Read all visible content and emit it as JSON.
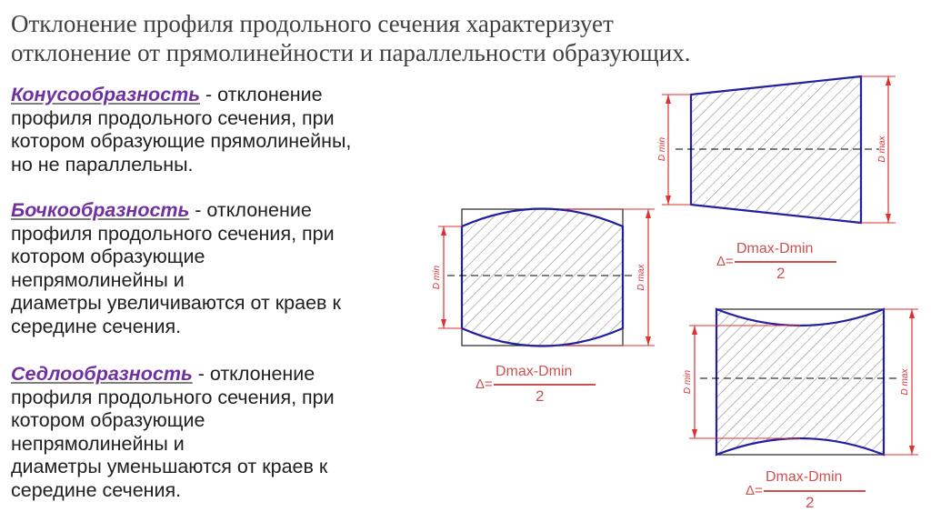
{
  "title": {
    "line1": "Отклонение профиля продольного сечения характеризует",
    "line2": "отклонение от прямолинейности и параллельности образующих."
  },
  "definitions": [
    {
      "term": "Конусообразность",
      "lines": [
        " - отклонение",
        "профиля продольного сечения, при",
        "котором образующие прямолинейны,",
        "но не параллельны."
      ]
    },
    {
      "term": "Бочкообразность",
      "lines": [
        " - отклонение",
        "профиля продольного сечения, при",
        "котором образующие",
        "непрямолинейны и",
        "диаметры увеличиваются от краев к",
        "середине сечения."
      ]
    },
    {
      "term": "Седлообразность",
      "lines": [
        " - отклонение",
        "профиля продольного сечения, при",
        "котором образующие",
        "непрямолинейны и",
        "диаметры уменьшаются от краев к",
        "середине сечения."
      ]
    }
  ],
  "diagrams": {
    "dmin_label": "D min",
    "dmax_label": "D max"
  },
  "formula": {
    "delta": "Δ=",
    "numerator": "Dmax-Dmin",
    "denominator": "2"
  },
  "colors": {
    "outline": "#2020a0",
    "dimension": "#e03030",
    "hatch": "#909090",
    "term": "#7030a0"
  }
}
